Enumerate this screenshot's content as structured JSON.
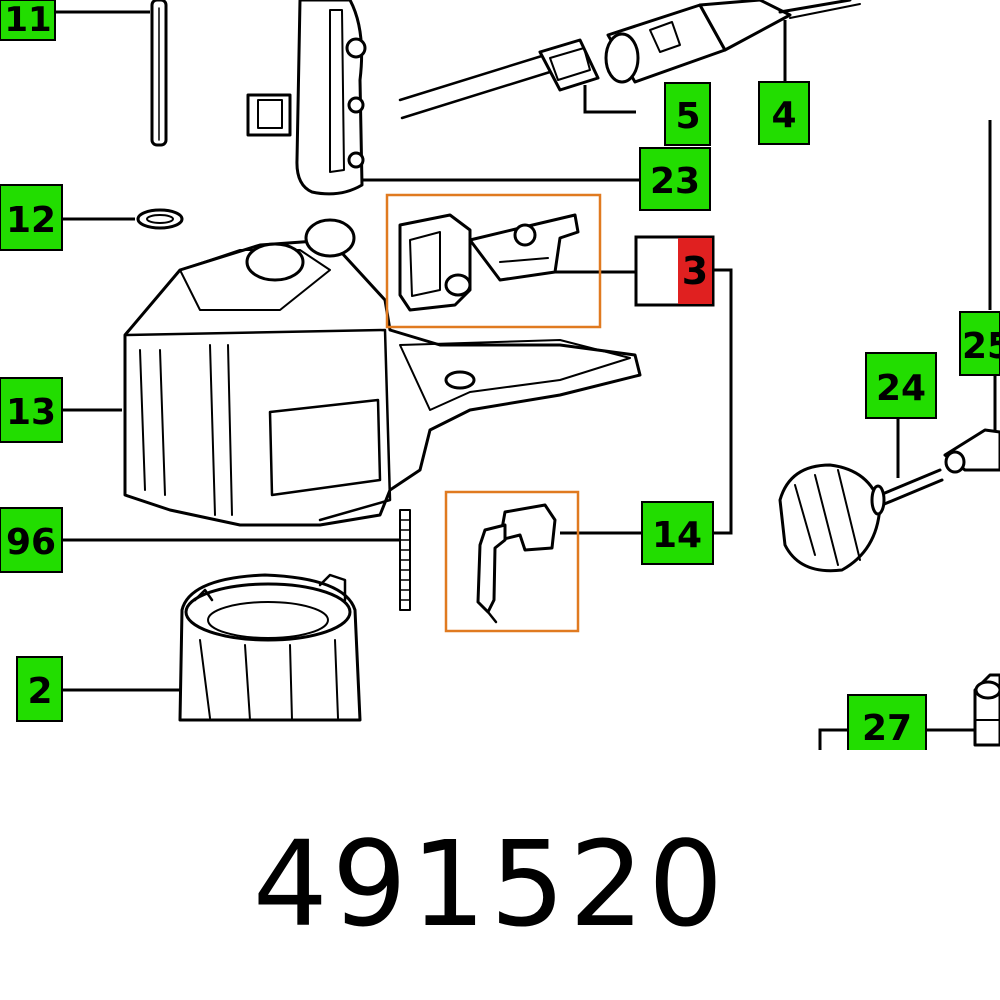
{
  "colors": {
    "callout_fill": "#22dd00",
    "highlight_fill": "#e02020",
    "highlight_box": "#e07a20",
    "line": "#000000",
    "background": "#ffffff"
  },
  "callouts": {
    "c11": "11",
    "c12": "12",
    "c13": "13",
    "c96": "96",
    "c2": "2",
    "c5": "5",
    "c4": "4",
    "c23": "23",
    "c3": "3",
    "c14": "14",
    "c24": "24",
    "c25": "25",
    "c27": "27"
  },
  "part_number": "491520",
  "highlighted_part": "3",
  "icons": [
    "switch-part",
    "lever-part",
    "motor-housing",
    "handle",
    "field-coil",
    "cable-plug",
    "tube",
    "knob",
    "brush-holder"
  ]
}
